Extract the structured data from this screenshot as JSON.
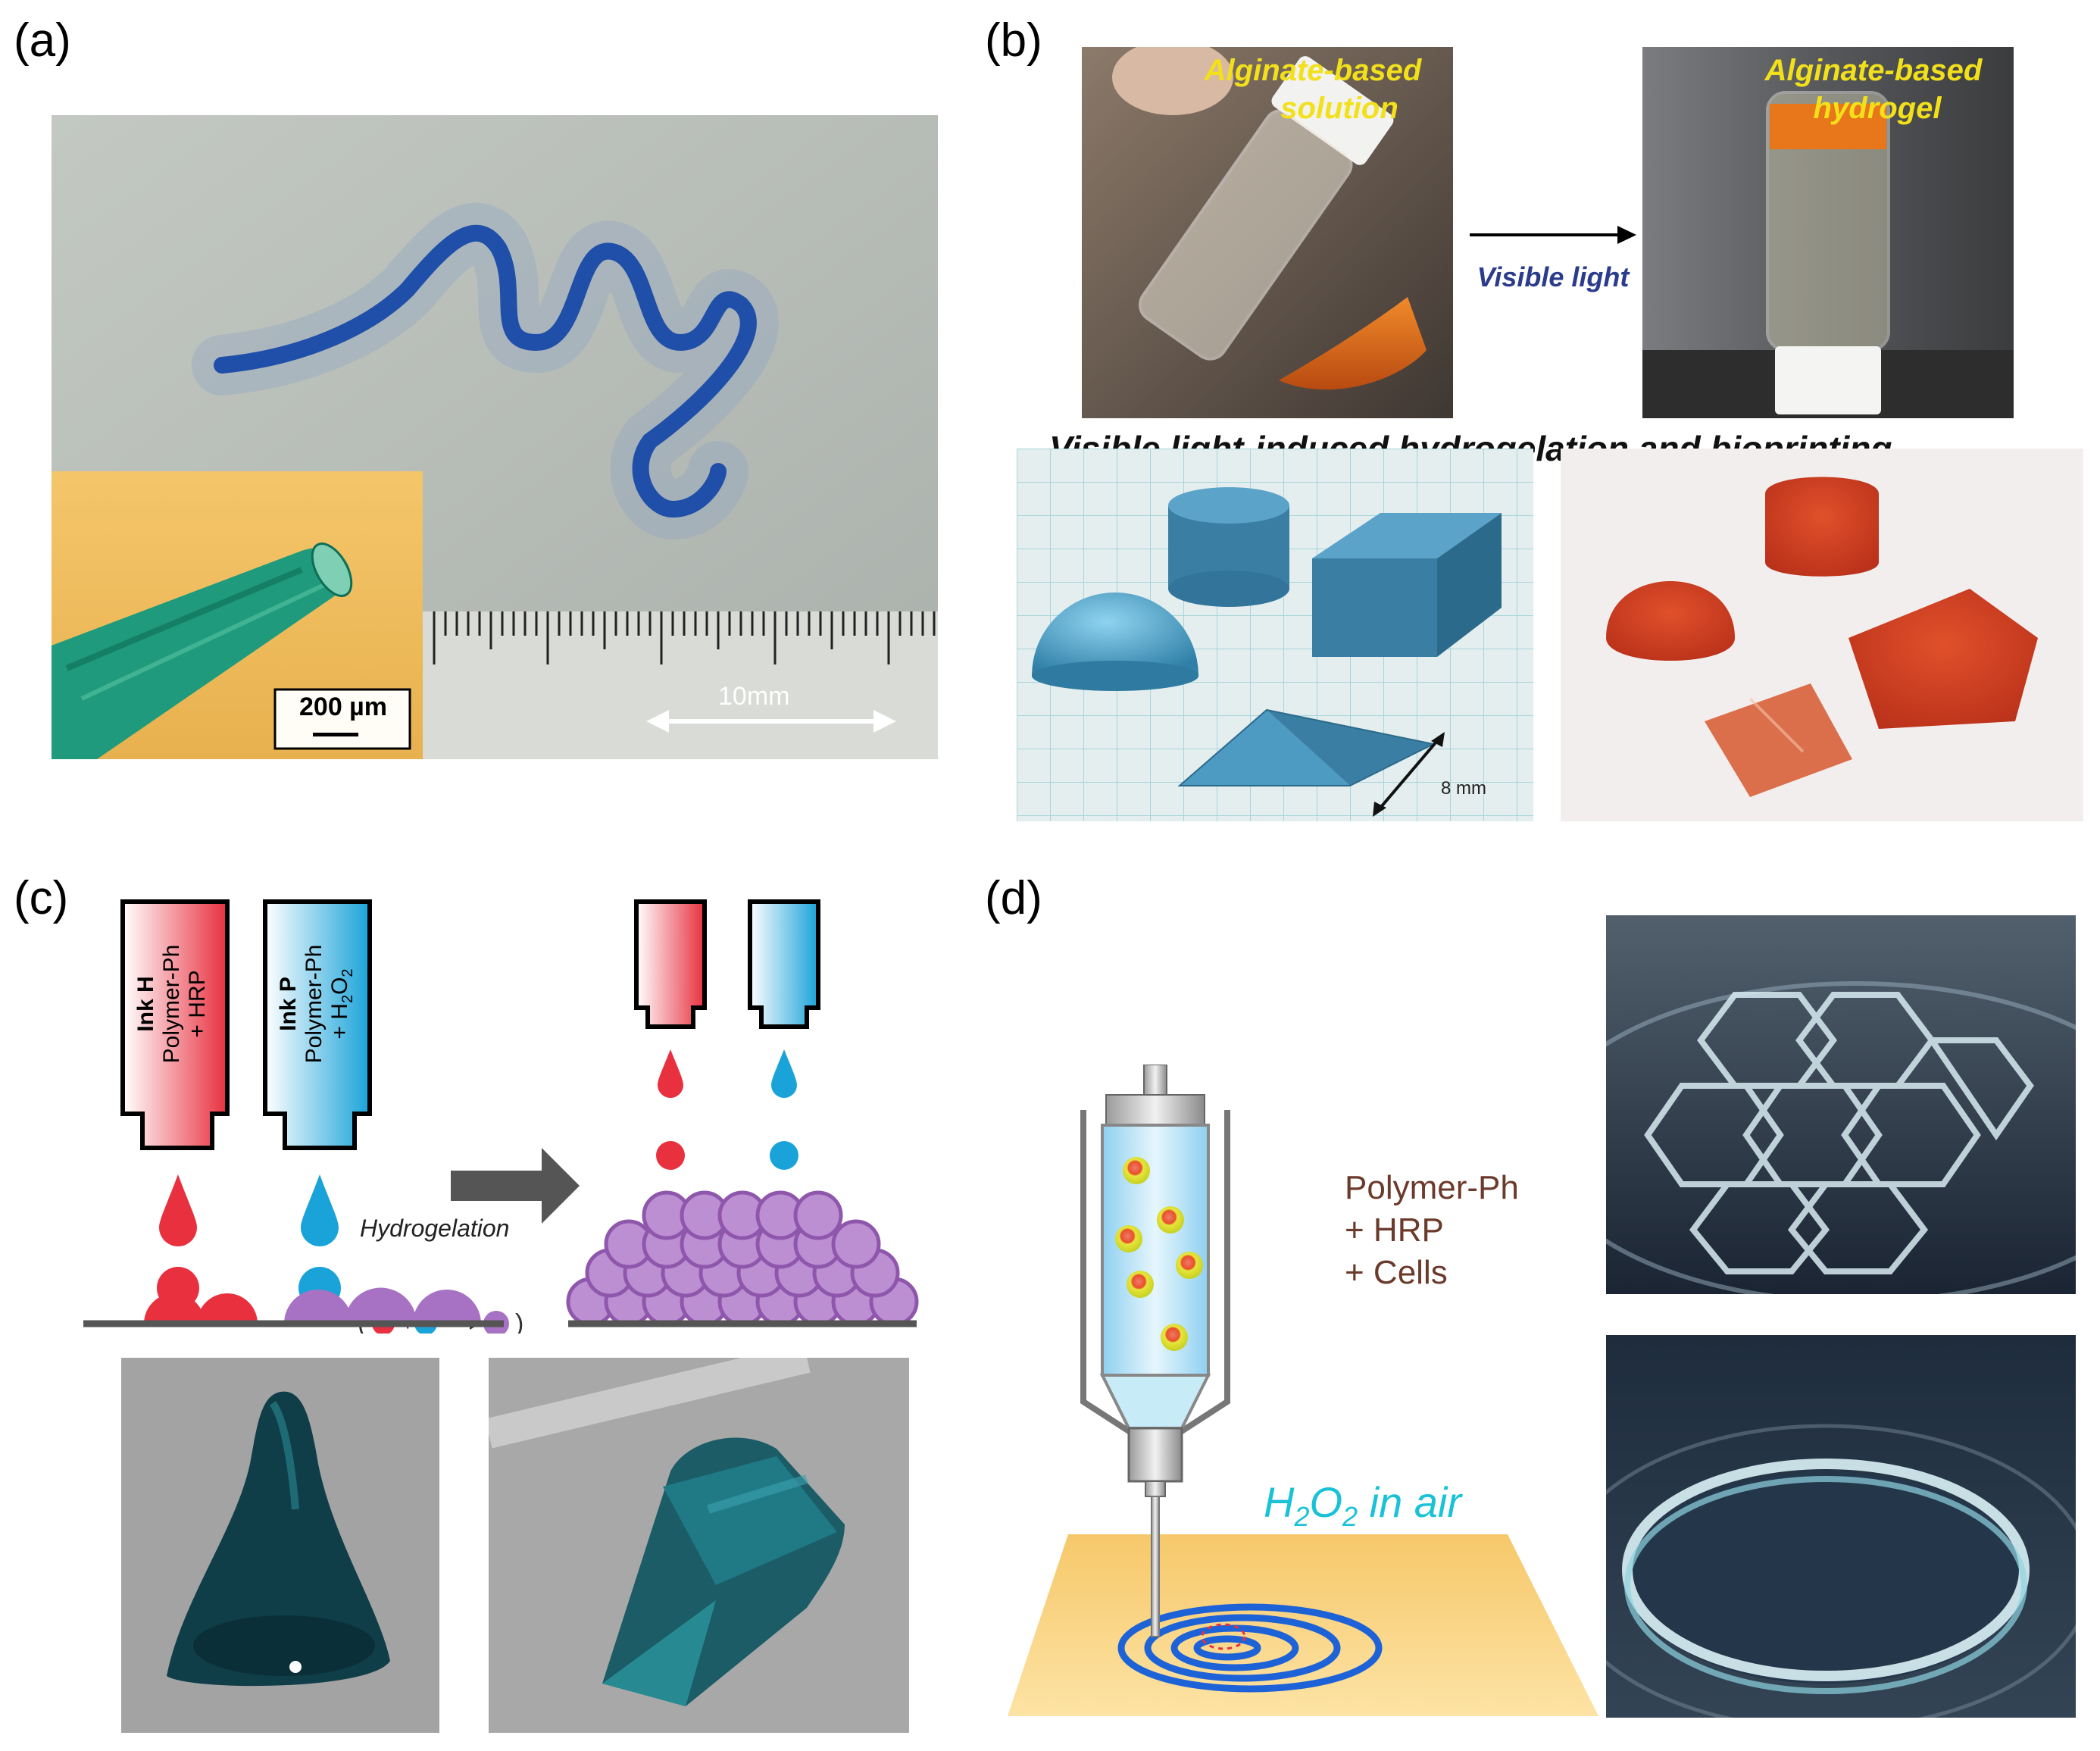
{
  "panels": {
    "a": {
      "label": "(a)",
      "scale_bar_inset": "200 µm",
      "scale_bar_main": "10mm"
    },
    "b": {
      "label": "(b)",
      "solution_label_line1": "Alginate-based",
      "solution_label_line2": "solution",
      "hydrogel_label_line1": "Alginate-based",
      "hydrogel_label_line2": "hydrogel",
      "arrow_label": "Visible light",
      "title": "Visible light-induced hydrogelation and bioprinting",
      "dimension": "8 mm"
    },
    "c": {
      "label": "(c)",
      "ink_h_line1": "Ink H",
      "ink_h_line2": "Polymer-Ph",
      "ink_h_line3": "+ HRP",
      "ink_p_line1": "Ink P",
      "ink_p_line2": "Polymer-Ph",
      "ink_p_line3": "+ H",
      "ink_p_sub1": "2",
      "ink_p_mid": "O",
      "ink_p_sub2": "2",
      "hydrogelation": "Hydrogelation"
    },
    "d": {
      "label": "(d)",
      "ink_line1": "Polymer-Ph",
      "ink_line2": "+ HRP",
      "ink_line3": "+ Cells",
      "air_h": "H",
      "air_sub1": "2",
      "air_o": "O",
      "air_sub2": "2",
      "air_rest": " in air"
    }
  },
  "colors": {
    "red_ink": "#e8303f",
    "blue_ink": "#1aa3d9",
    "purple_gel": "#9b59b6",
    "cyan_text": "#19c2d6",
    "yellow_text": "#f2e01a",
    "brown_text": "#6b3a2a",
    "arrow_blue_text": "#2c3c8c"
  }
}
